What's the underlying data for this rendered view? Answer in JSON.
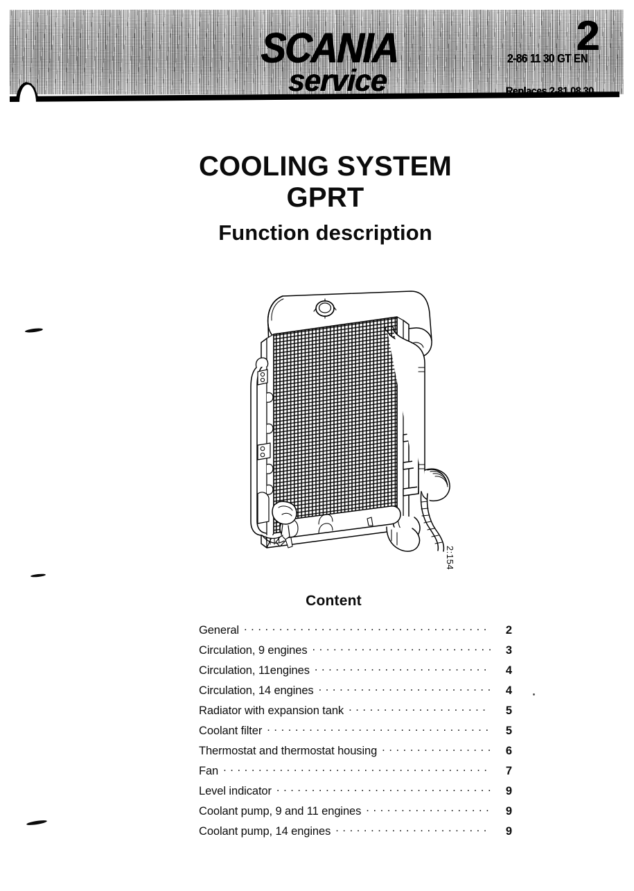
{
  "header": {
    "brand": "SCANIA",
    "brand_sub": "service",
    "chapter_number": "2",
    "doc_code": "2-86 11 30 GT EN",
    "replaces": "Replaces 2-81 08 30"
  },
  "title": {
    "line1": "COOLING SYSTEM",
    "line2": "GPRT",
    "subtitle": "Function description"
  },
  "figure": {
    "ref": "2:154",
    "description": "Radiator with expansion tank, hoses and coolant pipes"
  },
  "content": {
    "heading": "Content",
    "entries": [
      {
        "label": "General",
        "page": "2"
      },
      {
        "label": "Circulation, 9 engines",
        "page": "3"
      },
      {
        "label": "Circulation, 11engines",
        "page": "4"
      },
      {
        "label": "Circulation, 14 engines",
        "page": "4"
      },
      {
        "label": "Radiator with expansion tank",
        "page": "5"
      },
      {
        "label": "Coolant filter",
        "page": "5"
      },
      {
        "label": "Thermostat and thermostat housing",
        "page": "6"
      },
      {
        "label": "Fan",
        "page": "7"
      },
      {
        "label": "Level indicator",
        "page": "9"
      },
      {
        "label": "Coolant pump, 9 and 11 engines",
        "page": "9"
      },
      {
        "label": "Coolant pump, 14 engines",
        "page": "9"
      }
    ]
  },
  "colors": {
    "ink": "#0b0b0b",
    "paper": "#ffffff",
    "banner_gray": "#b9b9b9"
  }
}
